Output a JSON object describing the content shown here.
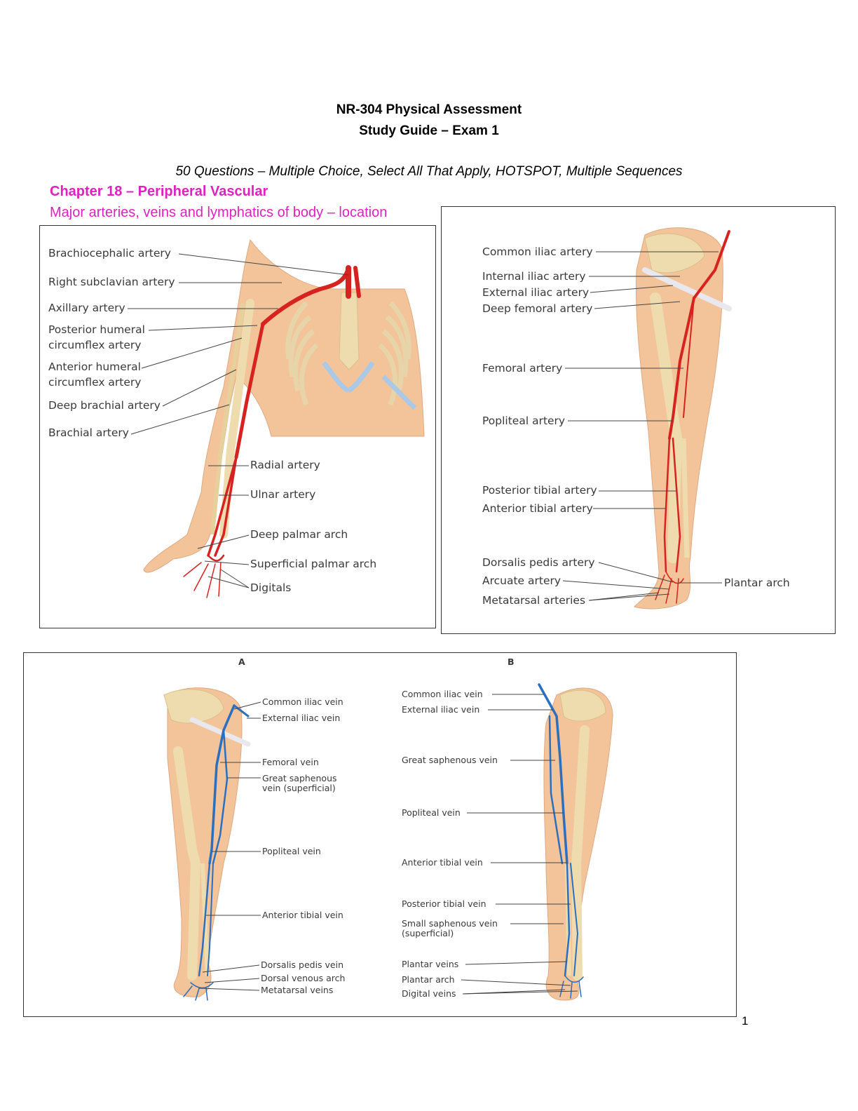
{
  "header": {
    "course": "NR-304 Physical Assessment",
    "guide": "Study Guide – Exam 1",
    "questions": "50 Questions – Multiple Choice, Select All That Apply, HOTSPOT, Multiple Sequences"
  },
  "chapter": {
    "title": "Chapter 18 – Peripheral Vascular",
    "topic": "Major arteries, veins and lymphatics of body – location"
  },
  "arm_figure": {
    "labels": [
      "Brachiocephalic artery",
      "Right subclavian artery",
      "Axillary artery",
      "Posterior humeral",
      "circumflex artery",
      "Anterior humeral",
      "circumflex artery",
      "Deep brachial artery",
      "Brachial artery",
      "Radial artery",
      "Ulnar artery",
      "Deep palmar arch",
      "Superficial palmar arch",
      "Digitals"
    ]
  },
  "leg_artery_figure": {
    "labels": [
      "Common iliac artery",
      "Internal iliac artery",
      "External iliac artery",
      "Deep femoral artery",
      "Femoral artery",
      "Popliteal artery",
      "Posterior tibial artery",
      "Anterior tibial artery",
      "Dorsalis pedis artery",
      "Arcuate artery",
      "Metatarsal arteries",
      "Plantar arch"
    ]
  },
  "vein_figure": {
    "panel_a": "A",
    "panel_b": "B",
    "labels_a": [
      "Common iliac vein",
      "External iliac vein",
      "Femoral vein",
      "Great saphenous",
      "vein (superficial)",
      "Popliteal vein",
      "Anterior tibial vein",
      "Dorsalis pedis vein",
      "Dorsal venous arch",
      "Metatarsal veins"
    ],
    "labels_b": [
      "Common iliac vein",
      "External iliac vein",
      "Great saphenous vein",
      "Popliteal vein",
      "Anterior tibial vein",
      "Posterior tibial vein",
      "Small saphenous vein",
      "(superficial)",
      "Plantar veins",
      "Plantar arch",
      "Digital veins"
    ]
  },
  "page_number": "1",
  "colors": {
    "heading_accent": "#e020c0",
    "artery": "#d6231f",
    "vein": "#2a6fc0",
    "skin": "#f3c49a",
    "bone": "#efdcae"
  }
}
